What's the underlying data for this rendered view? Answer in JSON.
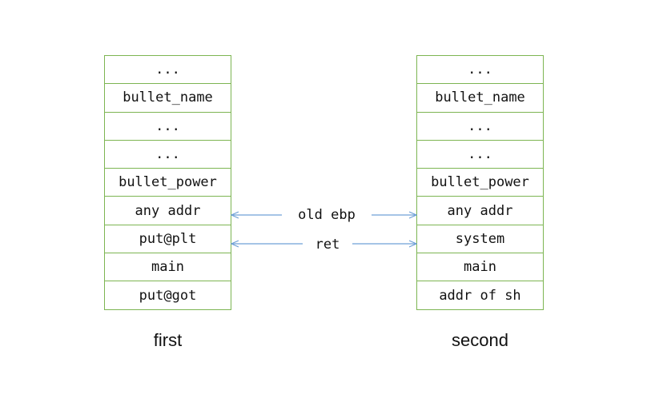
{
  "first_stack": {
    "caption": "first",
    "cells": [
      "...",
      "bullet_name",
      "...",
      "...",
      "bullet_power",
      "any addr",
      "put@plt",
      "main",
      "put@got"
    ]
  },
  "second_stack": {
    "caption": "second",
    "cells": [
      "...",
      "bullet_name",
      "...",
      "...",
      "bullet_power",
      "any addr",
      "system",
      "main",
      "addr of sh"
    ]
  },
  "arrows": [
    {
      "label": "old ebp"
    },
    {
      "label": "ret"
    }
  ],
  "colors": {
    "cell_border": "#7db552",
    "arrow": "#6fa0d6",
    "text": "#111111"
  }
}
